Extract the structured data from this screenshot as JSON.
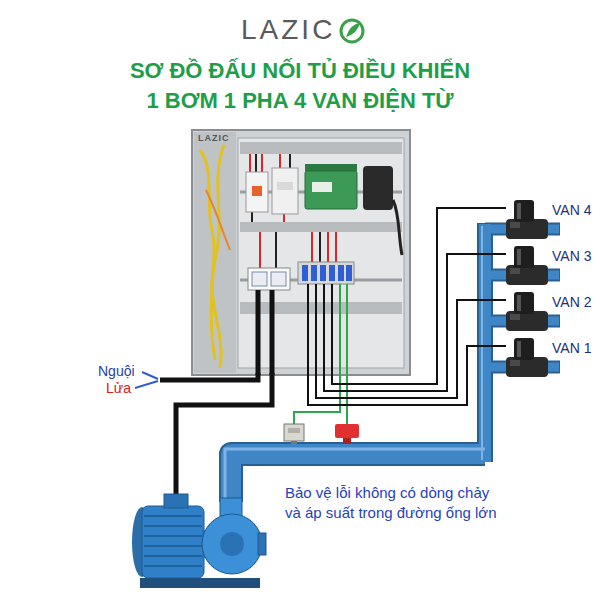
{
  "diagram": {
    "title": "SƠ ĐỒ ĐẤU NỐI TỦ ĐIỀU KHIỂN 1 BƠM 1 PHA 4 VAN ĐIỆN TỪ",
    "nodes": [
      {
        "text": [
          "LAZIC"
        ]
      },
      {
        "text": [
          "VAN 4"
        ]
      },
      {
        "text": [
          "VAN 3"
        ]
      },
      {
        "text": [
          "VAN 2"
        ]
      },
      {
        "text": [
          "VAN 1"
        ]
      }
    ],
    "edges": [
      {
        "from": 0,
        "to": 1,
        "arrow": "none"
      },
      {
        "from": 0,
        "to": 2,
        "arrow": "none"
      },
      {
        "from": 0,
        "to": 3,
        "arrow": "none"
      },
      {
        "from": 0,
        "to": 4,
        "arrow": "none"
      }
    ],
    "labels": [
      "LAZIC",
      "Nguội",
      "Lửa",
      "Bảo vệ lỗi không có dòng chảy và áp suất trong đường ống lớn"
    ]
  }
}
